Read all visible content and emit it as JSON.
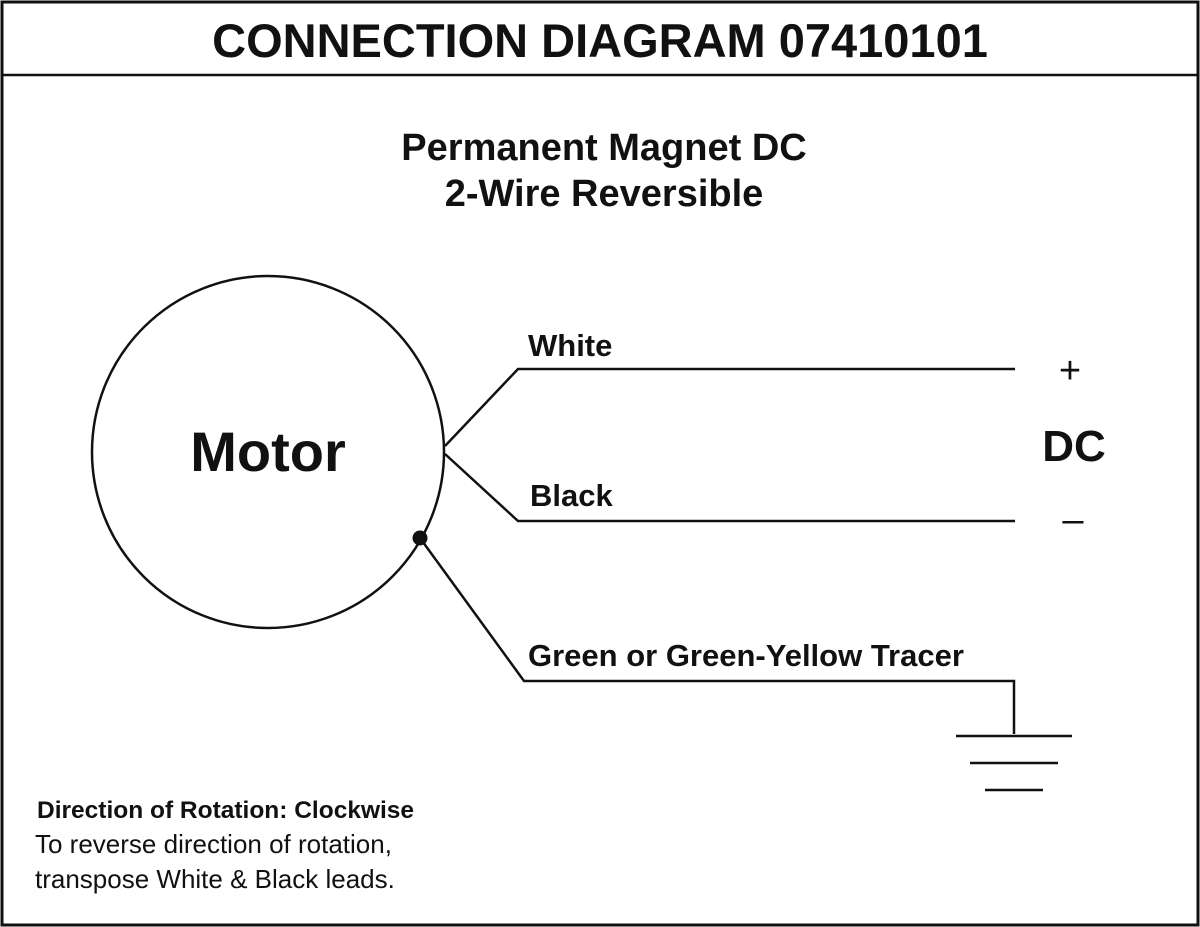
{
  "header": {
    "title": "CONNECTION DIAGRAM 07410101"
  },
  "subtitle": {
    "line1": "Permanent Magnet DC",
    "line2": "2-Wire Reversible"
  },
  "motor": {
    "label": "Motor"
  },
  "wires": {
    "white": "White",
    "black": "Black",
    "ground": "Green or Green-Yellow Tracer"
  },
  "supply": {
    "plus": "+",
    "label": "DC",
    "minus": "–"
  },
  "notes": {
    "heading": "Direction of Rotation: Clockwise",
    "line1": "To reverse direction of rotation,",
    "line2": "transpose White & Black leads."
  },
  "colors": {
    "ink": "#111111",
    "background": "#ffffff"
  }
}
